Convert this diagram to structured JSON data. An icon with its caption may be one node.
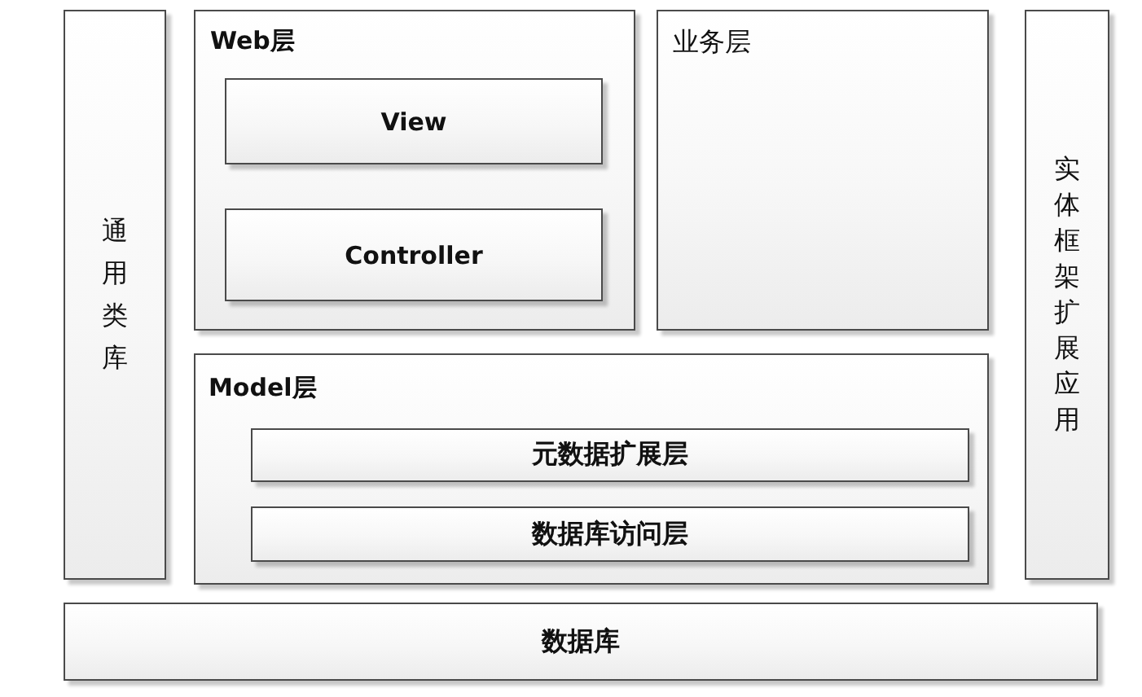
{
  "diagram": {
    "nodes": [
      {
        "text": [
          "通用类库"
        ]
      },
      {
        "text": [
          "Web层"
        ]
      },
      {
        "text": [
          "View"
        ],
        "in": 1
      },
      {
        "text": [
          "Controller"
        ],
        "in": 1
      },
      {
        "text": [
          "业务层"
        ]
      },
      {
        "text": [
          "实体框架扩展应用"
        ]
      },
      {
        "text": [
          "Model层"
        ]
      },
      {
        "text": [
          "元数据扩展层"
        ],
        "in": 6
      },
      {
        "text": [
          "数据库访问层"
        ],
        "in": 6
      },
      {
        "text": [
          "数据库"
        ]
      }
    ]
  }
}
